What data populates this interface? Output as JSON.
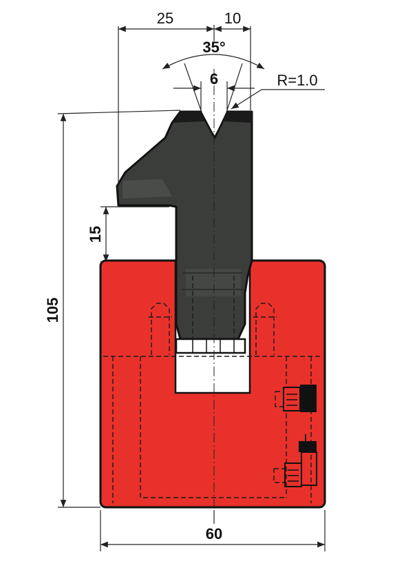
{
  "colors": {
    "holder_fill": "#e8312b",
    "punch_fill": "#3b3d3b",
    "outline": "#111111",
    "background": "#ffffff"
  },
  "dimensions": {
    "top_left_width": "25",
    "top_right_width": "10",
    "tip_angle": "35°",
    "tip_width": "6",
    "tip_radius": "R=1.0",
    "total_height": "105",
    "shoulder_height": "15",
    "holder_width": "60"
  }
}
